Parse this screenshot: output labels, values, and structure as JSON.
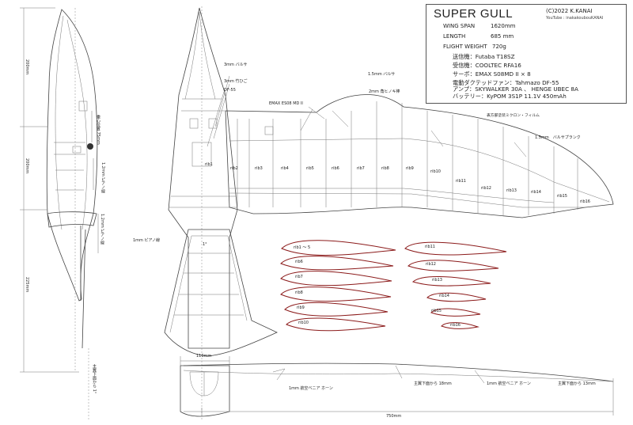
{
  "title": "SUPER GULL",
  "copyright": "(C)2022 K.KANAI",
  "youtube": "YouTube : inakakoubouKANAI",
  "specs": [
    {
      "label": "WING SPAN",
      "value": "1620mm"
    },
    {
      "label": "LENGTH",
      "value": "685 mm"
    },
    {
      "label": "FLIGHT WEIGHT",
      "value": "720g"
    }
  ],
  "equipment": [
    "送信機：Futaba T18SZ",
    "受信機：COOLTEC RFA16",
    "サーボ：EMAX S08MD II × 8",
    "電動ダクテッドファン：Tahmazo DF-55",
    "アンプ：SKYWALKER 30A 、 HENGE UBEC 8A",
    "バッテリー：KyPOM 3S1P 11.1V 450mAh"
  ],
  "callouts": {
    "balsa3": "3mm バルサ",
    "hinoki3": "3mm 竹ひご",
    "df55": "DF-55",
    "servo": "EMAX ES08 MD II",
    "balsa15": "1.5mm バルサ",
    "hinoki2": "2mm 角ヒノキ棒",
    "film": "表方部塗装ミクロン・フィルム",
    "planking": "1.5mm　バルサプランク",
    "piano1": "1mm ピアノ線",
    "piano12": "1.2mm ピアノ線",
    "cg": "重心位置 75mm",
    "balsa_side": "1.2mm ピアノ線",
    "vertical_low": "主翼下面から 1°",
    "one_deg": "1°",
    "ply1": "1mm 航空ベニア ホーン",
    "ply1b": "1mm 航空ベニア ホーン",
    "from18": "主翼下面から 18mm",
    "from13": "主翼下面から 13mm"
  },
  "dimensions": {
    "d200a": "200mm",
    "d200b": "200mm",
    "d225": "225mm",
    "d110": "110mm",
    "d750": "750mm"
  },
  "ribs_wing": [
    "rib1",
    "rib2",
    "rib3",
    "rib4",
    "rib5",
    "rib6",
    "rib7",
    "rib8",
    "rib9",
    "rib10",
    "rib11",
    "rib12",
    "rib13",
    "rib14",
    "rib15",
    "rib16"
  ],
  "ribs_profile_left": [
    "rib1 ～ 5",
    "rib6",
    "rib7",
    "rib8",
    "rib9",
    "rib10"
  ],
  "ribs_profile_right": [
    "rib11",
    "rib12",
    "rib13",
    "rib14",
    "rib15",
    "rib16"
  ]
}
